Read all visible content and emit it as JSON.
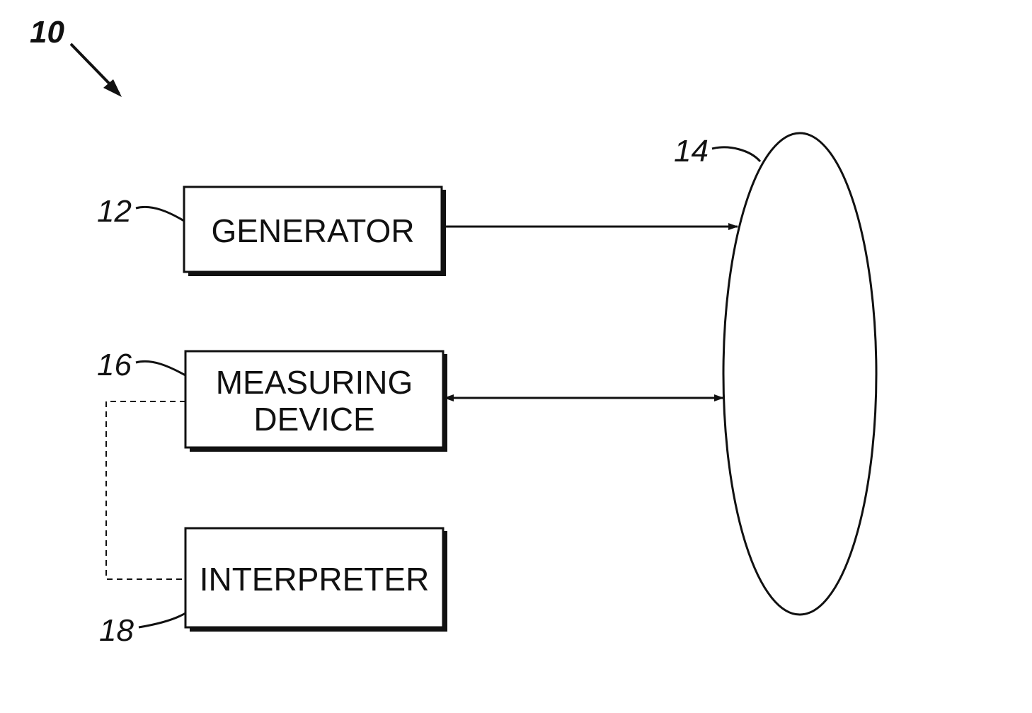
{
  "figure": {
    "ref_main": "10",
    "target": {
      "ref": "14"
    },
    "generator": {
      "ref": "12",
      "label": "GENERATOR"
    },
    "measuring_device": {
      "ref": "16",
      "label_line1": "MEASURING",
      "label_line2": "DEVICE"
    },
    "interpreter": {
      "ref": "18",
      "label": "INTERPRETER"
    }
  }
}
